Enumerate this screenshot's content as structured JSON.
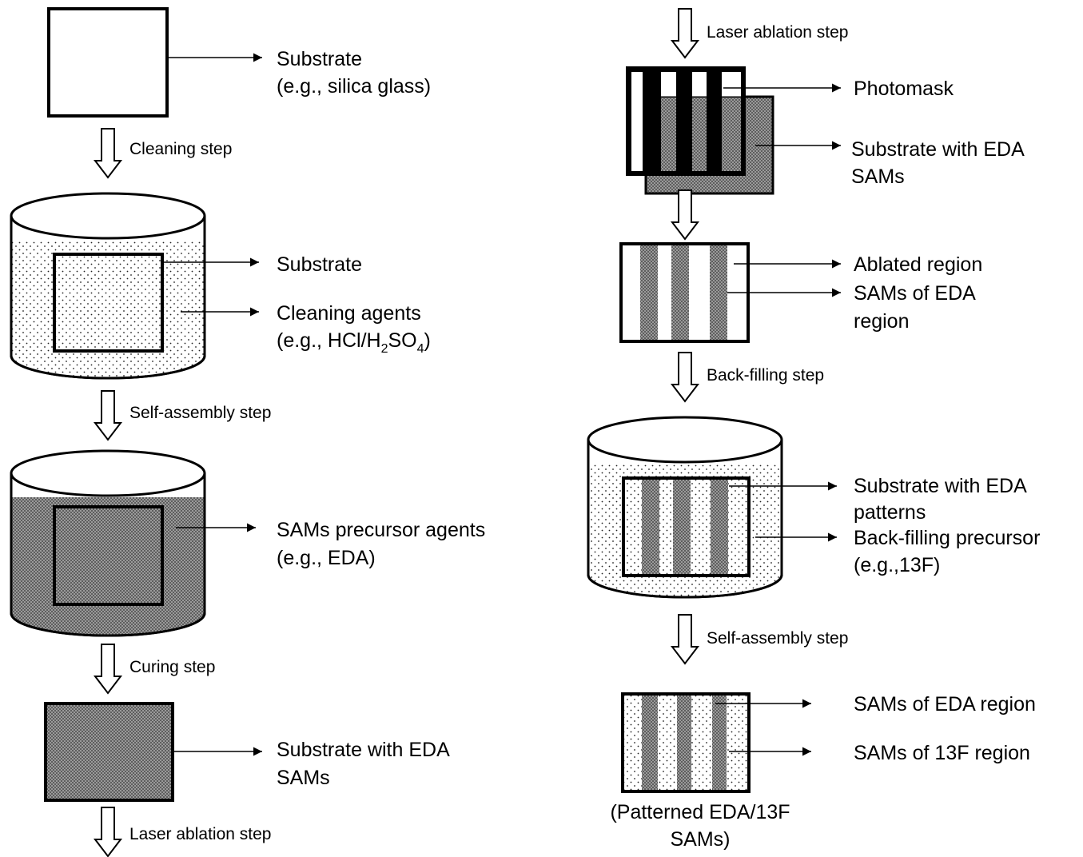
{
  "left_column": {
    "substrate": {
      "line1": "Substrate",
      "line2": "(e.g., silica glass)"
    },
    "cleaning_step": "Cleaning step",
    "cleaning_bath": {
      "substrate_label": "Substrate",
      "agents_line1": "Cleaning agents",
      "agents_line2_prefix": "(e.g., HCl/H",
      "agents_line2_sub1": "2",
      "agents_line2_mid": "SO",
      "agents_line2_sub2": "4",
      "agents_line2_suffix": ")"
    },
    "self_assembly_step": "Self-assembly step",
    "sams_bath": {
      "line1": "SAMs precursor  agents",
      "line2": "(e.g., EDA)"
    },
    "curing_step": "Curing step",
    "cured_substrate": {
      "line1": "Substrate with EDA",
      "line2": "SAMs"
    },
    "laser_ablation_step": "Laser ablation step"
  },
  "right_column": {
    "laser_ablation_step": "Laser ablation step",
    "photomask_label": "Photomask",
    "masked_substrate": {
      "line1": "Substrate with EDA",
      "line2": "SAMs"
    },
    "ablated": {
      "ablated_region": "Ablated region",
      "eda_line1": "SAMs of EDA",
      "eda_line2": "region"
    },
    "back_filling_step": "Back-filling step",
    "backfill_bath": {
      "pattern_line1": "Substrate with EDA",
      "pattern_line2": "patterns",
      "precursor_line1": "Back-filling precursor",
      "precursor_line2": "(e.g.,13F)"
    },
    "self_assembly_step": "Self-assembly step",
    "final": {
      "eda_region": "SAMs of EDA region",
      "f13_region": "SAMs of 13F region",
      "caption_line1": "(Patterned EDA/13F",
      "caption_line2": "SAMs)"
    }
  },
  "colors": {
    "line": "#000000",
    "background": "#ffffff",
    "eda_fill": "#8c8c8c",
    "dots": "#222222"
  }
}
